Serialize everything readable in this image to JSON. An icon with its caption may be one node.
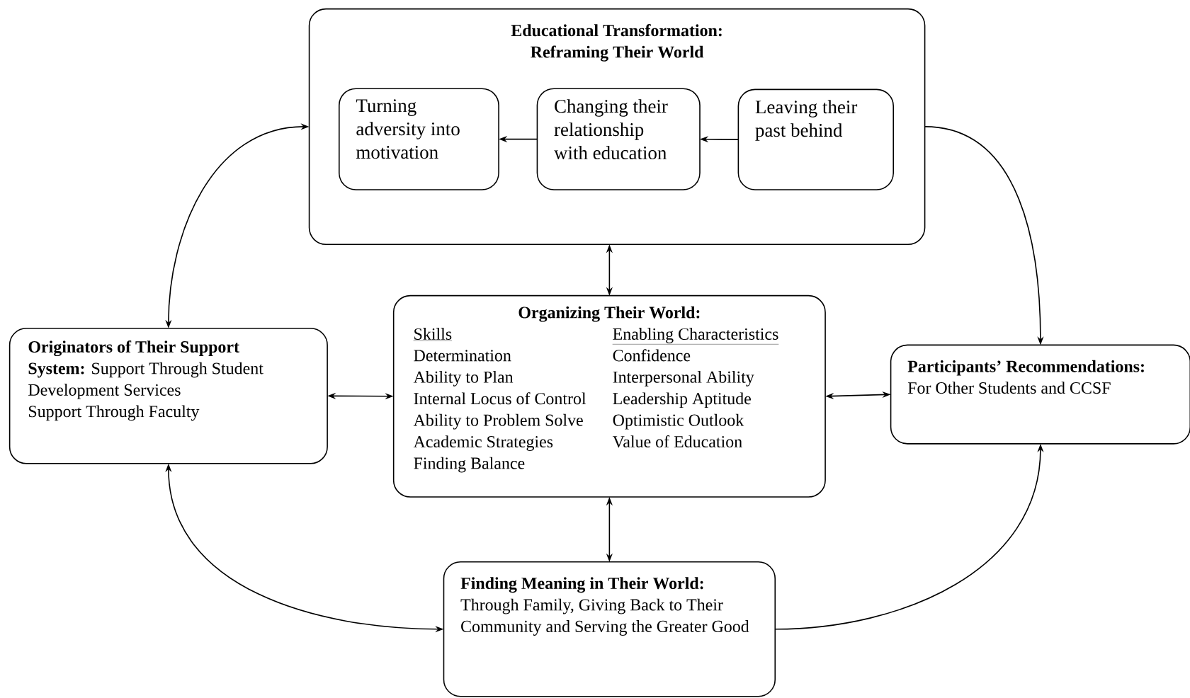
{
  "diagram": {
    "nodes": [
      {
        "text": [
          "Educational Transformation: Reframing Their World"
        ]
      },
      {
        "text": [
          "Turning adversity into motivation"
        ],
        "in": 0
      },
      {
        "text": [
          "Changing their relationship with education"
        ],
        "in": 0
      },
      {
        "text": [
          "Leaving their past behind"
        ],
        "in": 0
      },
      {
        "text": [
          "**Originators of Their Support System:**  Support Through Student Development Services",
          "Support Through Faculty"
        ]
      },
      {
        "text": [
          "Organizing Their World:",
          "Skills",
          "Determination",
          "Ability to Plan",
          "Internal Locus of Control",
          "Ability to Problem Solve",
          "Academic Strategies",
          "Finding Balance",
          "Enabling Characteristics",
          "Confidence",
          "Interpersonal Ability",
          "Leadership Aptitude",
          "Optimistic Outlook",
          "Value of Education"
        ]
      },
      {
        "text": [
          "Participants’ Recommendations:",
          "For Other Students and CCSF"
        ]
      },
      {
        "text": [
          "Finding Meaning in Their World:",
          "Through Family, Giving Back to Their Community and Serving the Greater Good"
        ]
      }
    ],
    "edges": [
      {
        "from": 2,
        "to": 1,
        "arrow": "to"
      },
      {
        "from": 3,
        "to": 2,
        "arrow": "to"
      },
      {
        "from": 0,
        "to": 4,
        "arrow": "both"
      },
      {
        "from": 0,
        "to": 6,
        "arrow": "to"
      },
      {
        "from": 0,
        "to": 5,
        "arrow": "both"
      },
      {
        "from": 4,
        "to": 5,
        "arrow": "both"
      },
      {
        "from": 5,
        "to": 6,
        "arrow": "both"
      },
      {
        "from": 5,
        "to": 7,
        "arrow": "both"
      },
      {
        "from": 4,
        "to": 7,
        "arrow": "both"
      },
      {
        "from": 7,
        "to": 6,
        "arrow": "to"
      }
    ]
  }
}
